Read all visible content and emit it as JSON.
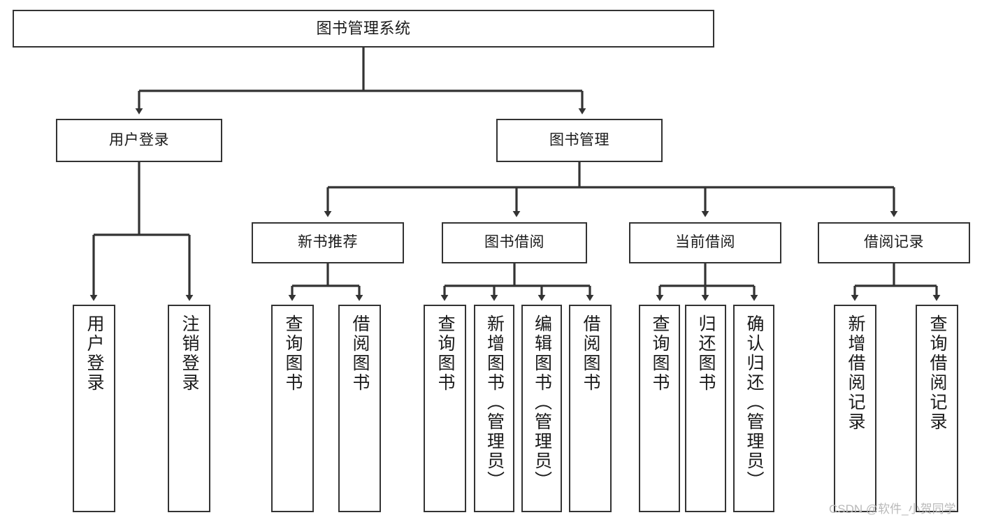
{
  "diagram": {
    "title": "图书管理系统",
    "type": "tree-hierarchy-chart",
    "watermark": "CSDN @软件_小贺同学",
    "colors": {
      "box_border": "#333333",
      "box_fill": "#ffffff",
      "edge": "#333333",
      "text": "#1a1a1a",
      "watermark": "#b9b9b9",
      "background": "#ffffff"
    },
    "nodes": {
      "root": {
        "label": "图书管理系统"
      },
      "level2": [
        {
          "id": "user_login",
          "label": "用户登录"
        },
        {
          "id": "book_manage",
          "label": "图书管理"
        }
      ],
      "level3": [
        {
          "id": "new_book_rec",
          "label": "新书推荐"
        },
        {
          "id": "book_borrow",
          "label": "图书借阅"
        },
        {
          "id": "current_borrow",
          "label": "当前借阅"
        },
        {
          "id": "borrow_record",
          "label": "借阅记录"
        }
      ],
      "leaves": {
        "user_login": [
          {
            "id": "leaf_user_login",
            "label": "用户登录"
          },
          {
            "id": "leaf_user_logout",
            "label": "注销登录"
          }
        ],
        "new_book_rec": [
          {
            "id": "leaf_query_book_1",
            "label": "查询图书"
          },
          {
            "id": "leaf_borrow_book_1",
            "label": "借阅图书"
          }
        ],
        "book_borrow": [
          {
            "id": "leaf_query_book_2",
            "label": "查询图书"
          },
          {
            "id": "leaf_add_book",
            "label": "新增图书（管理员）"
          },
          {
            "id": "leaf_edit_book",
            "label": "编辑图书（管理员）"
          },
          {
            "id": "leaf_borrow_book_2",
            "label": "借阅图书"
          }
        ],
        "current_borrow": [
          {
            "id": "leaf_query_book_3",
            "label": "查询图书"
          },
          {
            "id": "leaf_return_book",
            "label": "归还图书"
          },
          {
            "id": "leaf_confirm_return",
            "label": "确认归还（管理员）"
          }
        ],
        "borrow_record": [
          {
            "id": "leaf_add_record",
            "label": "新增借阅记录"
          },
          {
            "id": "leaf_query_record",
            "label": "查询借阅记录"
          }
        ]
      }
    }
  }
}
